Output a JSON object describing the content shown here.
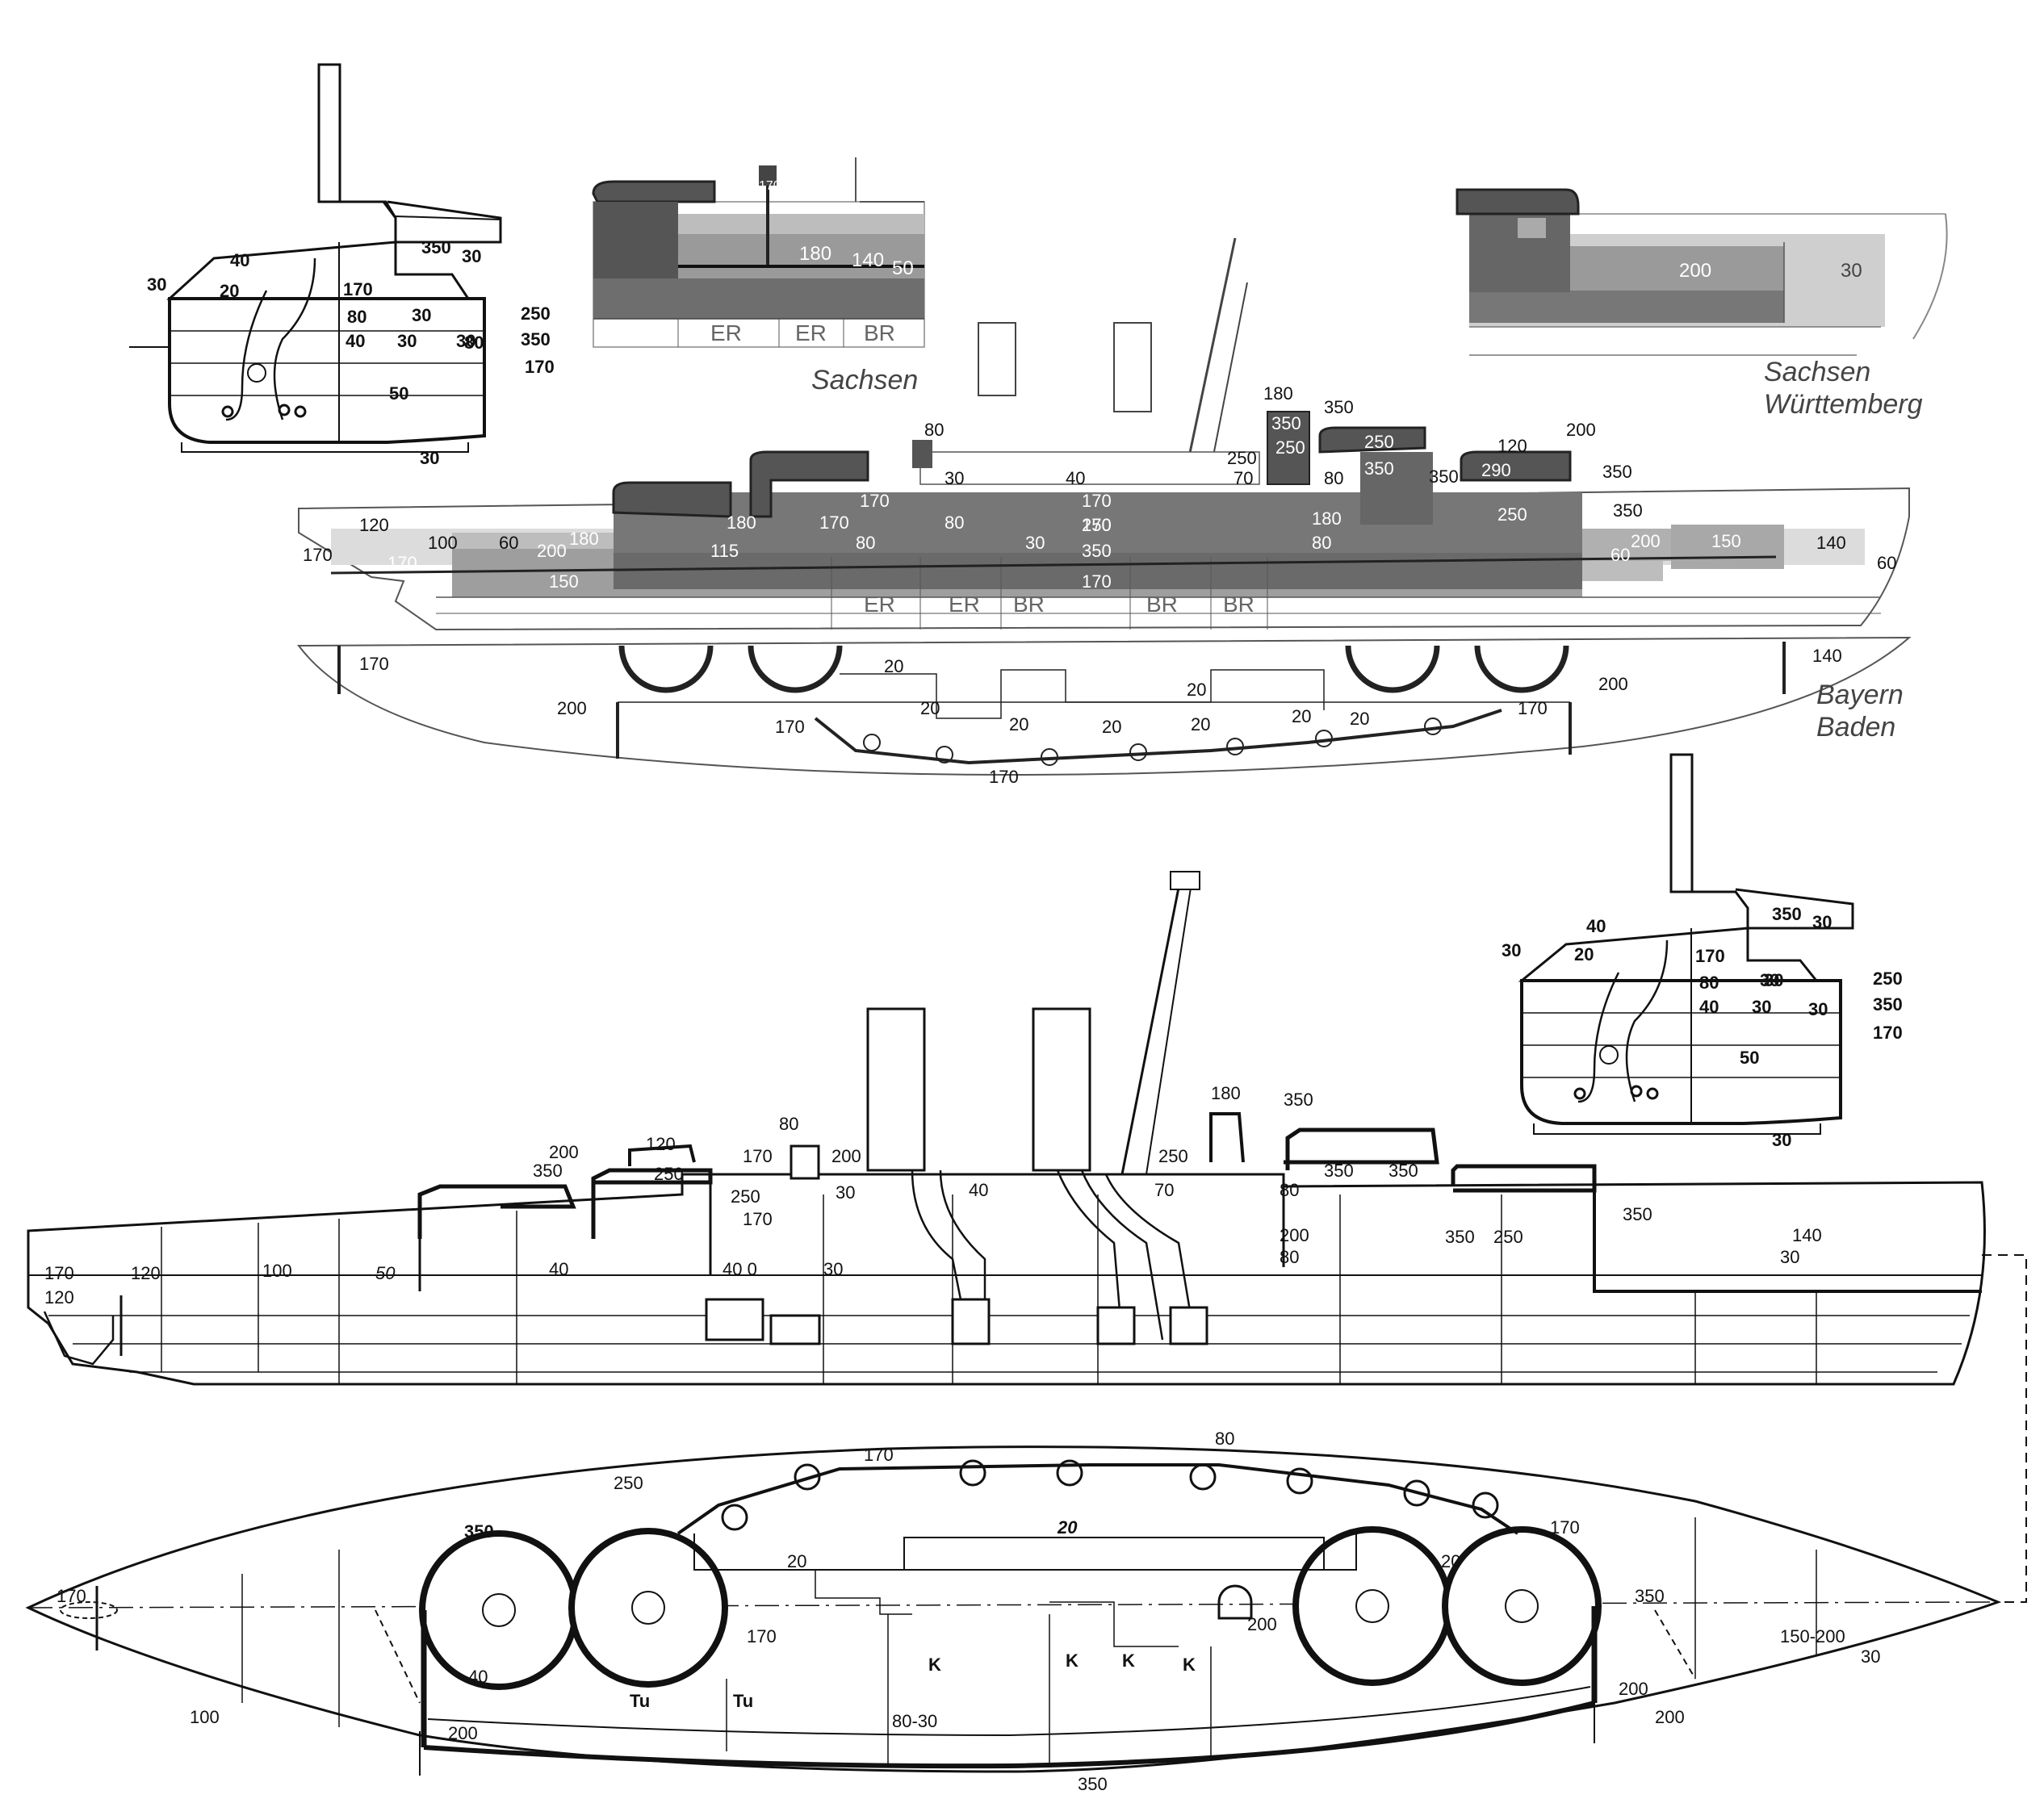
{
  "captions": {
    "sachsen_1": "Sachsen",
    "sachsen_wurttemberg_a": "Sachsen",
    "sachsen_wurttemberg_b": "Württemberg",
    "bayern_baden_a": "Bayern",
    "bayern_baden_b": "Baden"
  },
  "section_tl": [
    "40",
    "30",
    "20",
    "350",
    "30",
    "170",
    "30",
    "250",
    "80",
    "350",
    "40",
    "30",
    "30",
    "80",
    "170",
    "50",
    "30"
  ],
  "section_mr": [
    "350",
    "30",
    "40",
    "30",
    "20",
    "170",
    "30",
    "80",
    "30",
    "250",
    "40",
    "30",
    "30",
    "350",
    "50",
    "170",
    "30"
  ],
  "inset_sachsen": [
    "170",
    "180",
    "140",
    "50",
    "ER",
    "ER",
    "BR"
  ],
  "inset_wurttemberg": [
    "200",
    "30"
  ],
  "profile_top": [
    "80",
    "30",
    "40",
    "180",
    "350",
    "350",
    "250",
    "250",
    "250",
    "350",
    "120",
    "290",
    "200",
    "350",
    "70",
    "80",
    "170",
    "170",
    "350",
    "170",
    "180",
    "170",
    "80",
    "80",
    "180",
    "250",
    "30",
    "80",
    "350",
    "250",
    "120",
    "100",
    "60",
    "200",
    "180",
    "170",
    "170",
    "200",
    "150",
    "60",
    "140",
    "60",
    "115",
    "350",
    "170",
    "150",
    "ER",
    "ER",
    "BR",
    "BR",
    "BR"
  ],
  "plan_top": [
    "170",
    "200",
    "20",
    "20",
    "170",
    "20",
    "20",
    "20",
    "20",
    "20",
    "170",
    "200",
    "140",
    "20",
    "170"
  ],
  "profile_bottom": [
    "80",
    "170",
    "200",
    "30",
    "120",
    "250",
    "200",
    "350",
    "250",
    "170",
    "180",
    "350",
    "250",
    "40",
    "70",
    "80",
    "350",
    "350",
    "200",
    "80",
    "350",
    "250",
    "140",
    "30",
    "350",
    "170",
    "120",
    "120",
    "100",
    "50",
    "40",
    "40 0",
    "30"
  ],
  "plan_bottom": [
    "80",
    "170",
    "250",
    "170",
    "20",
    "350",
    "20",
    "20",
    "350",
    "170",
    "200",
    "170",
    "150-200",
    "30",
    "40",
    "Tu",
    "Tu",
    "K",
    "K",
    "K",
    "K",
    "80-30",
    "100",
    "200",
    "200",
    "200",
    "350"
  ]
}
